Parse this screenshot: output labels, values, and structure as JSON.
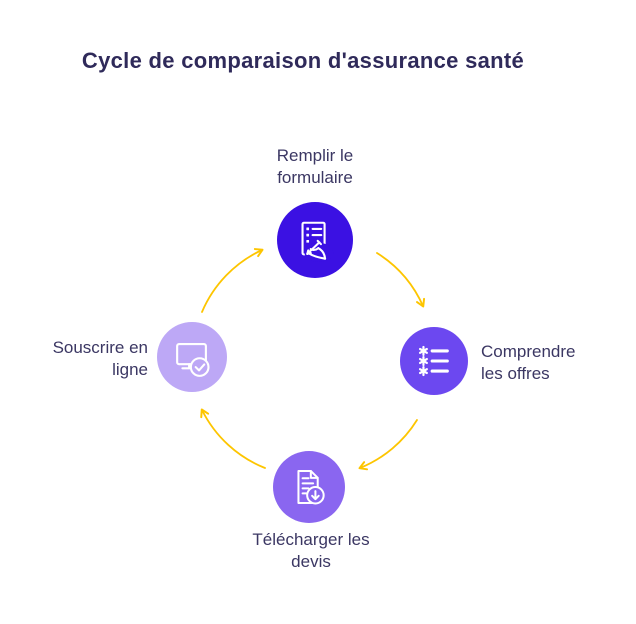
{
  "title": "Cycle de comparaison d'assurance santé",
  "colors": {
    "background": "#ffffff",
    "title_text": "#2f2a5a",
    "label_text": "#3b3763",
    "arrow": "#fdc500",
    "icon_stroke": "#ffffff"
  },
  "nodes": {
    "top": {
      "label_lines": [
        "Remplir le",
        "formulaire"
      ],
      "color": "#3b11e3",
      "icon": "form-signing-icon"
    },
    "right": {
      "label_lines": [
        "Comprendre",
        "les offres"
      ],
      "color": "#6c48f0",
      "icon": "offers-list-icon"
    },
    "bottom": {
      "label_lines": [
        "Télécharger les",
        "devis"
      ],
      "color": "#8a66f0",
      "icon": "download-quotes-icon"
    },
    "left": {
      "label_lines": [
        "Souscrire en",
        "ligne"
      ],
      "color": "#bda8f6",
      "icon": "subscribe-online-icon"
    }
  }
}
